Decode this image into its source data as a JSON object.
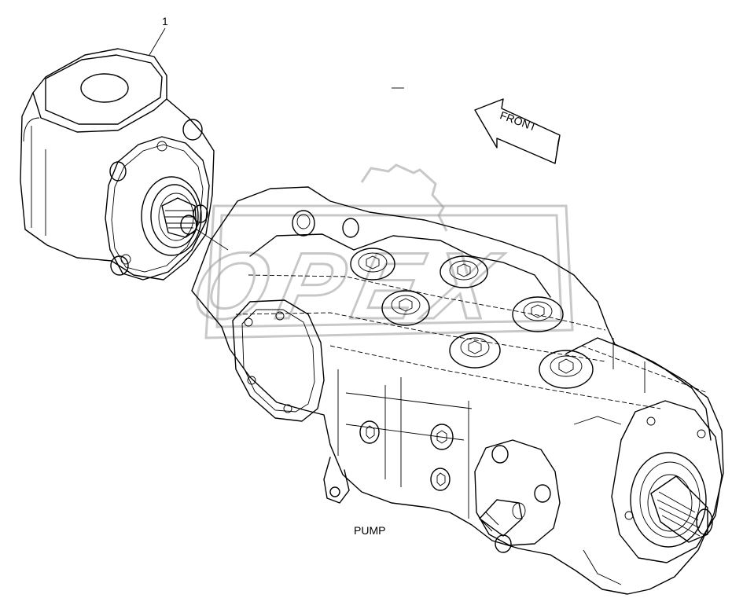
{
  "labels": {
    "callout_number": "1",
    "front_arrow": "FRONT",
    "assembly_label": "PUMP"
  },
  "watermark": {
    "text": "OPEX"
  },
  "colors": {
    "line": "#000000",
    "background": "#ffffff",
    "watermark": "#9a9a9a"
  }
}
